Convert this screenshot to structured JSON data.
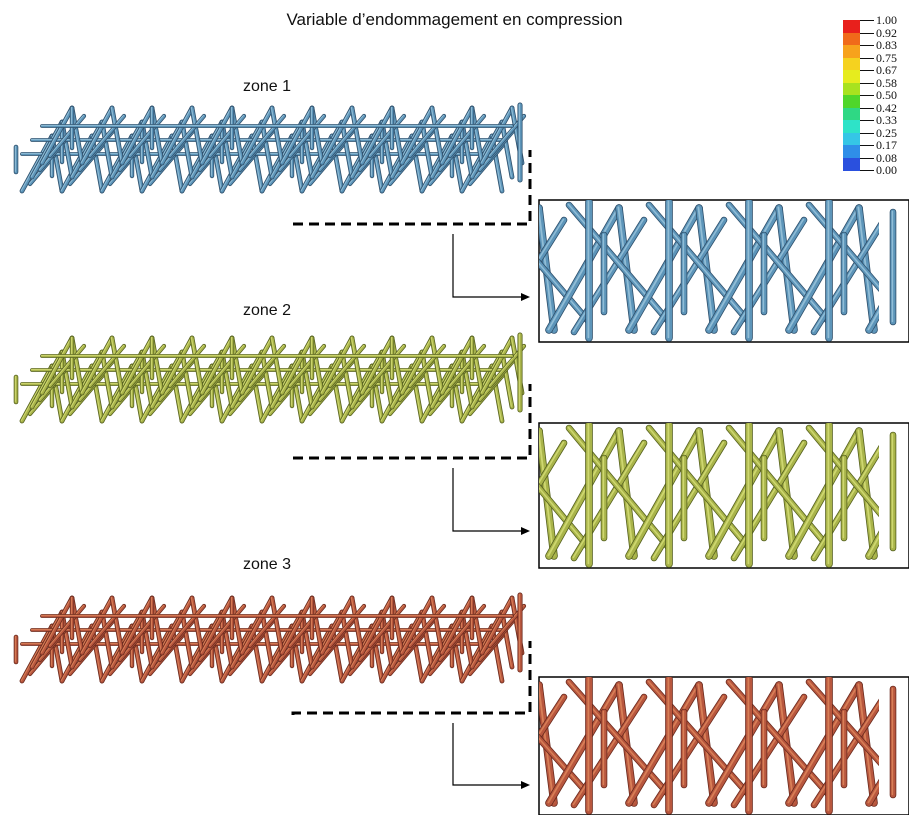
{
  "title": "Variable d’endommagement en compression",
  "zones": [
    {
      "id": "zone-1",
      "label": "zone 1",
      "color_main": "#5d95b9",
      "color_dark": "#2e4f6b",
      "color_light": "#9fc8de",
      "color_accent": "#4a7fb0"
    },
    {
      "id": "zone-2",
      "label": "zone 2",
      "color_main": "#a9b44a",
      "color_dark": "#56611f",
      "color_light": "#d8e07a",
      "color_accent": "#6fbf4a"
    },
    {
      "id": "zone-3",
      "label": "zone 3",
      "color_main": "#b8573e",
      "color_dark": "#6a2a1e",
      "color_light": "#e08a5e",
      "color_accent": "#c8322a"
    }
  ],
  "legend": {
    "ticks": [
      "1.00",
      "0.92",
      "0.83",
      "0.75",
      "0.67",
      "0.58",
      "0.50",
      "0.42",
      "0.33",
      "0.25",
      "0.17",
      "0.08",
      "0.00"
    ],
    "colors": [
      "#e8201c",
      "#f06a1a",
      "#f7a21c",
      "#f5d21f",
      "#e6ec1e",
      "#a8e21f",
      "#4fd62a",
      "#2fd884",
      "#2ee3c8",
      "#35c6e6",
      "#2f8ee8",
      "#2a50de"
    ]
  }
}
